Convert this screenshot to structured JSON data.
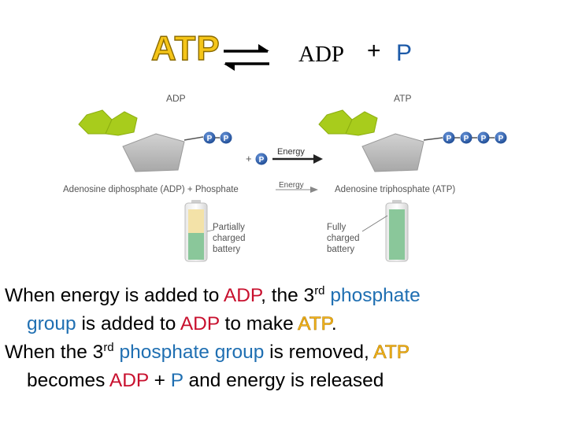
{
  "header": {
    "atp": "ATP",
    "adp": "ADP",
    "plus": "+",
    "p": "P"
  },
  "diagram": {
    "left_title": "ADP",
    "right_title": "ATP",
    "phosphate": "P",
    "plus": "+",
    "energy_top": "Energy",
    "energy_bottom": "Energy",
    "left_name": "Adenosine diphosphate (ADP) + Phosphate",
    "right_name": "Adenosine triphosphate (ATP)",
    "left_battery": [
      "Partially",
      "charged",
      "battery"
    ],
    "right_battery": [
      "Fully",
      "charged",
      "battery"
    ]
  },
  "caption": {
    "line1": {
      "a": "When energy is added to ",
      "b": "ADP",
      "c": ", the 3",
      "d": "rd",
      "e": " phosphate"
    },
    "line2": {
      "a": "group",
      "b": " is added to ",
      "c": "ADP",
      "d": " to make ",
      "e": "ATP",
      "f": "."
    },
    "line3": {
      "a": "When the 3",
      "b": "rd",
      "c": " ",
      "d": "phosphate group",
      "e": " is removed, ",
      "f": "ATP"
    },
    "line4": {
      "a": "becomes ",
      "b": "ADP",
      "c": " + ",
      "d": "P",
      "e": " and energy is released"
    }
  },
  "colors": {
    "atp_gold": "#f5c518",
    "red": "#c8102e",
    "blue": "#1f6fb2",
    "adenine_green": "#a8cc1c",
    "ribose_gray": "#c4c4c4",
    "phosphate_blue": "#2a5fa8",
    "battery_green": "#8ac79a",
    "battery_yellow": "#f3e2a8"
  }
}
